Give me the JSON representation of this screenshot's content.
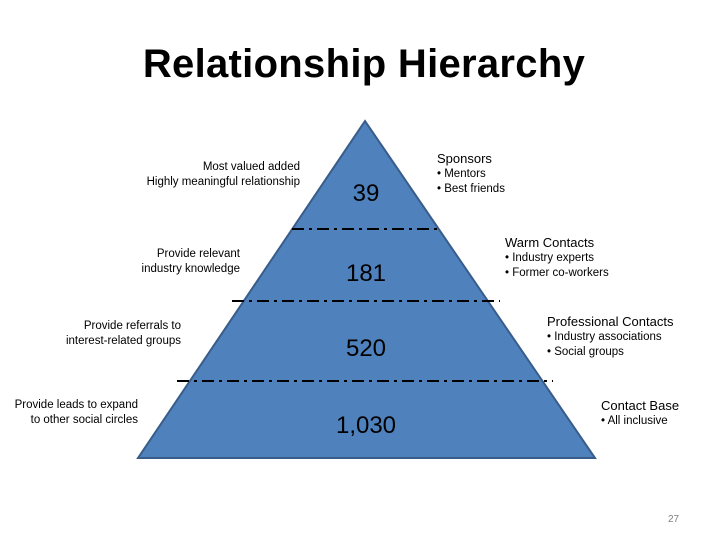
{
  "title": "Relationship Hierarchy",
  "tiers": [
    {
      "count": "39",
      "left_lines": [
        "Most valued added",
        "Highly meaningful relationship"
      ],
      "right_title": "Sponsors",
      "right_items": [
        "• Mentors",
        "• Best friends"
      ]
    },
    {
      "count": "181",
      "left_lines": [
        "Provide relevant",
        "industry knowledge"
      ],
      "right_title": "Warm Contacts",
      "right_items": [
        "• Industry experts",
        "• Former co-workers"
      ]
    },
    {
      "count": "520",
      "left_lines": [
        "Provide referrals to",
        "interest-related groups"
      ],
      "right_title": "Professional Contacts",
      "right_items": [
        "• Industry associations",
        "• Social groups"
      ]
    },
    {
      "count": "1,030",
      "left_lines": [
        "Provide leads to expand",
        "to other social circles"
      ],
      "right_title": "Contact Base",
      "right_items": [
        "• All inclusive"
      ]
    }
  ],
  "page_number": "27",
  "colors": {
    "pyramid_fill": "#4F81BD",
    "pyramid_stroke": "#385D8A",
    "divider": "#000000"
  }
}
